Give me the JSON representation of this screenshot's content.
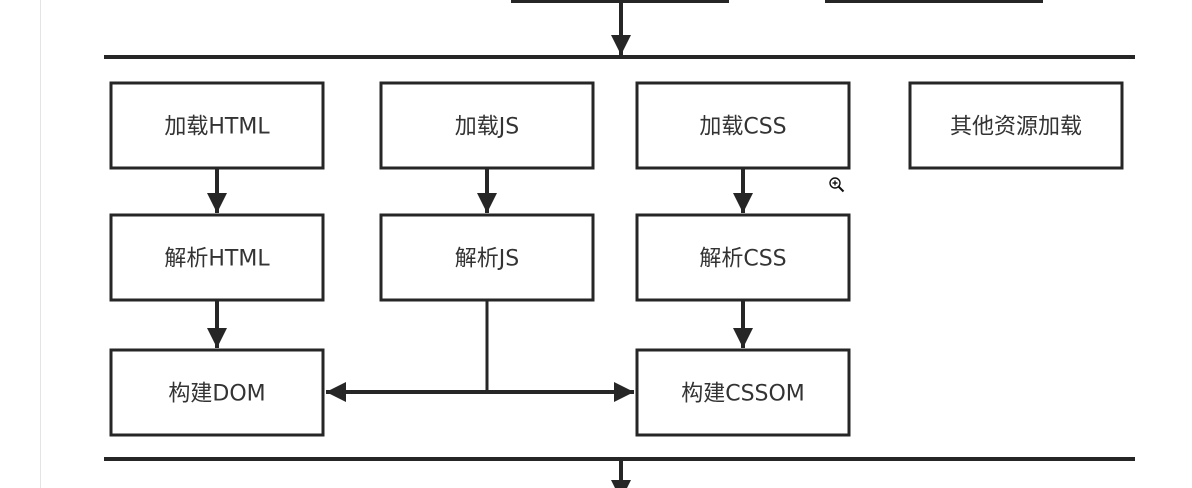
{
  "diagram": {
    "title": "",
    "colors": {
      "stroke": "#262626",
      "text": "#333333",
      "background": "#ffffff",
      "page_border": "#e4e4e4"
    },
    "top_partial_nodes": [
      {
        "id": "upstream-left",
        "label": ""
      },
      {
        "id": "upstream-right",
        "label": ""
      }
    ],
    "nodes": [
      {
        "id": "load-html",
        "label": "加载HTML",
        "col": 0,
        "row": 0
      },
      {
        "id": "load-js",
        "label": "加载JS",
        "col": 1,
        "row": 0
      },
      {
        "id": "load-css",
        "label": "加载CSS",
        "col": 2,
        "row": 0
      },
      {
        "id": "load-other",
        "label": "其他资源加载",
        "col": 3,
        "row": 0
      },
      {
        "id": "parse-html",
        "label": "解析HTML",
        "col": 0,
        "row": 1
      },
      {
        "id": "parse-js",
        "label": "解析JS",
        "col": 1,
        "row": 1
      },
      {
        "id": "parse-css",
        "label": "解析CSS",
        "col": 2,
        "row": 1
      },
      {
        "id": "build-dom",
        "label": "构建DOM",
        "col": 0,
        "row": 2
      },
      {
        "id": "build-cssom",
        "label": "构建CSSOM",
        "col": 2,
        "row": 2
      }
    ],
    "edges": [
      {
        "from": "upstream-left",
        "to": "top-bar"
      },
      {
        "from": "load-html",
        "to": "parse-html"
      },
      {
        "from": "load-js",
        "to": "parse-js"
      },
      {
        "from": "load-css",
        "to": "parse-css"
      },
      {
        "from": "parse-html",
        "to": "build-dom"
      },
      {
        "from": "parse-css",
        "to": "build-cssom"
      },
      {
        "from": "parse-js",
        "to": "build-dom"
      },
      {
        "from": "parse-js",
        "to": "build-cssom"
      },
      {
        "from": "bottom-bar",
        "to": "downstream"
      }
    ],
    "cursor_icon": "zoom-in-icon"
  }
}
